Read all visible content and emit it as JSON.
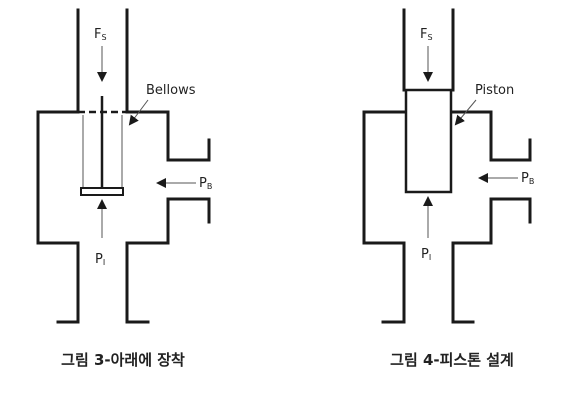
{
  "figure_left": {
    "force_label": "F",
    "force_sub": "S",
    "element_label": "Bellows",
    "side_pressure_label": "P",
    "side_pressure_sub": "B",
    "inlet_pressure_label": "P",
    "inlet_pressure_sub": "I",
    "caption": "그림 3-아래에 장착"
  },
  "figure_right": {
    "force_label": "F",
    "force_sub": "S",
    "element_label": "Piston",
    "side_pressure_label": "P",
    "side_pressure_sub": "B",
    "inlet_pressure_label": "P",
    "inlet_pressure_sub": "I",
    "caption": "그림 4-피스톤 설계"
  }
}
